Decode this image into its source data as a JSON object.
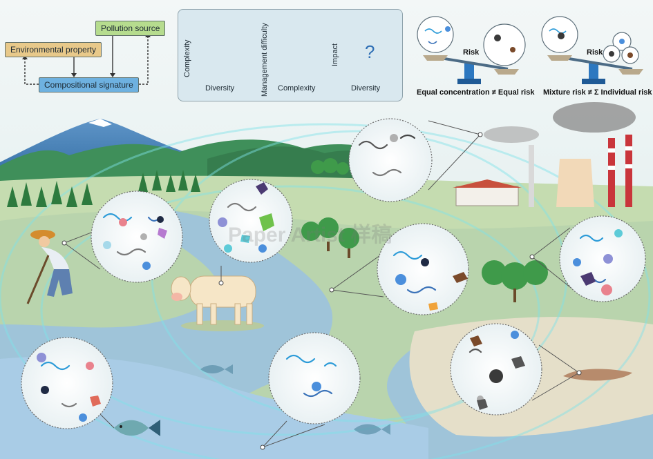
{
  "framework": {
    "environmental_property": "Environmental property",
    "pollution_source": "Pollution source",
    "compositional_signature": "Compositional signature"
  },
  "relations_panel": {
    "plot1": {
      "x_label": "Diversity",
      "y_label": "Complexity"
    },
    "plot2": {
      "x_label": "Complexity",
      "y_label": "Management difficulty"
    },
    "plot3": {
      "x_label": "Diversity",
      "y_label": "Impact",
      "symbol": "?"
    }
  },
  "risk_panel": {
    "risk_label_left": "Risk",
    "risk_label_right": "Risk",
    "caption_left": "Equal concentration ≠ Equal risk",
    "caption_right": "Mixture risk ≠ Σ Individual risk"
  },
  "watermark": "Paper Artist 样稿",
  "colors": {
    "env_box": "#e8c98a",
    "pollution_box": "#b6dc8e",
    "composition_box": "#6eb1e0",
    "river": "#8fb8d9",
    "glow": "#7fe3ea"
  },
  "icons": [
    "mountain-icon",
    "factory-icon",
    "farmer-icon",
    "cow-icon",
    "fish-icon",
    "tree-icon",
    "balance-scale-icon",
    "flask-icon"
  ]
}
